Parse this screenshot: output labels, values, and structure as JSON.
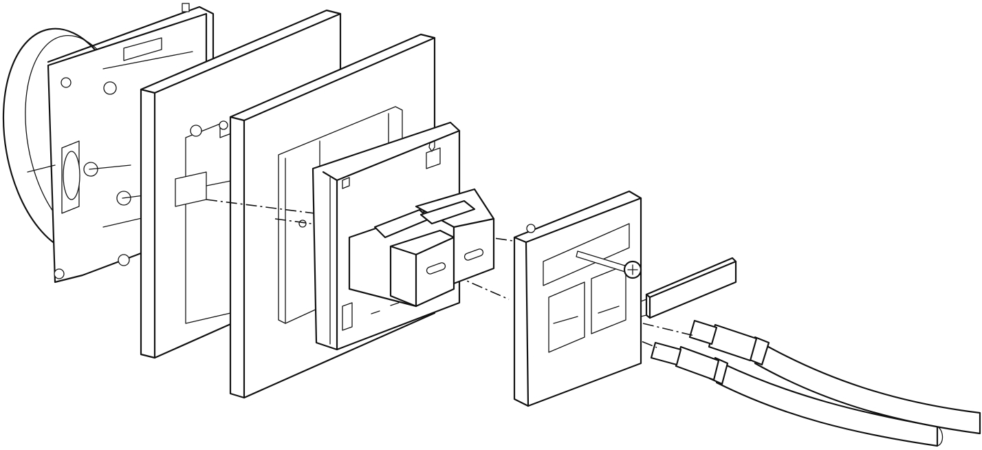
{
  "diagram": {
    "type": "exploded-assembly-line-drawing",
    "colors": {
      "stroke": "#111111",
      "background": "#ffffff"
    },
    "components": [
      "mounting-box-with-frame",
      "wall-frame",
      "cover-frame",
      "module-carrier",
      "usb-c-coupler-1",
      "usb-c-coupler-2",
      "faceplate",
      "fixing-screw",
      "label-strip",
      "usb-c-cable-1",
      "usb-c-cable-2"
    ]
  }
}
